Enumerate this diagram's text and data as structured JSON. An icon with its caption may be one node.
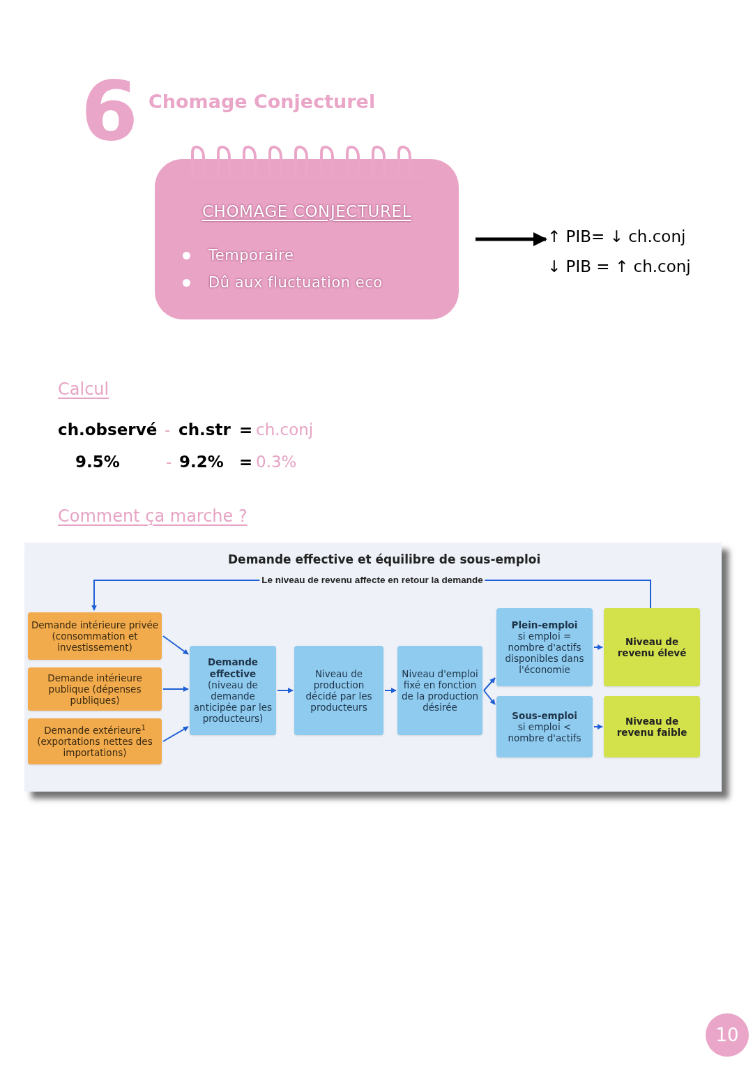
{
  "diagram": {
    "title": "Chomage Conjecturel",
    "nodes": [
      {
        "text": [
          "CHOMAGE CONJECTUREL",
          "Temporaire",
          "Dû aux fluctuation eco"
        ]
      },
      {
        "text": [
          "↑ PIB= ↓ ch.conj",
          "↓ PIB = ↑ ch.conj"
        ]
      },
      {
        "text": [
          "Demande effective et équilibre de sous-emploi"
        ]
      },
      {
        "text": [
          "Demande intérieure privée (consommation et investissement)"
        ],
        "in": 2
      },
      {
        "text": [
          "Demande intérieure publique (dépenses publiques)"
        ],
        "in": 2
      },
      {
        "text": [
          "Demande extérieure$^{1}$ (exportations nettes des importations)"
        ],
        "in": 2
      },
      {
        "text": [
          "Demande effective",
          "(niveau de demande anticipée par les producteurs)"
        ],
        "in": 2
      },
      {
        "text": [
          "Niveau de production décidé par les producteurs"
        ],
        "in": 2
      },
      {
        "text": [
          "Niveau d'emploi fixé en fonction de la production désirée"
        ],
        "in": 2
      },
      {
        "text": [
          "Plein-emploi",
          "si emploi = nombre d'actifs disponibles dans l'économie"
        ],
        "in": 2
      },
      {
        "text": [
          "Sous-emploi",
          "si emploi < nombre d'actifs"
        ],
        "in": 2
      },
      {
        "text": [
          "Niveau de revenu élevé"
        ],
        "in": 2
      },
      {
        "text": [
          "Niveau de revenu faible"
        ],
        "in": 2
      }
    ],
    "edges": [
      {
        "from": 0,
        "to": 1,
        "arrow": "to",
        "style": "thick",
        "color": "#000000"
      },
      {
        "from": 3,
        "to": 6,
        "arrow": "to"
      },
      {
        "from": 4,
        "to": 6,
        "arrow": "to"
      },
      {
        "from": 5,
        "to": 6,
        "arrow": "to"
      },
      {
        "from": 6,
        "to": 7,
        "arrow": "to"
      },
      {
        "from": 7,
        "to": 8,
        "arrow": "to"
      },
      {
        "from": 8,
        "to": 9,
        "arrow": "to"
      },
      {
        "from": 8,
        "to": 10,
        "arrow": "to"
      },
      {
        "from": 9,
        "to": 11,
        "arrow": "to"
      },
      {
        "from": 10,
        "to": 12,
        "arrow": "to"
      },
      {
        "from": 11,
        "to": 3,
        "arrow": "to",
        "label": "Le niveau de revenu affecte en retour la demande"
      }
    ],
    "labels": [
      "6",
      "Calcul",
      "ch.observé",
      "-",
      "ch.str",
      "=",
      "ch.conj",
      "9.5%",
      "-",
      "9.2%",
      "=",
      "0.3%",
      "Comment ça marche ?",
      "10"
    ]
  }
}
